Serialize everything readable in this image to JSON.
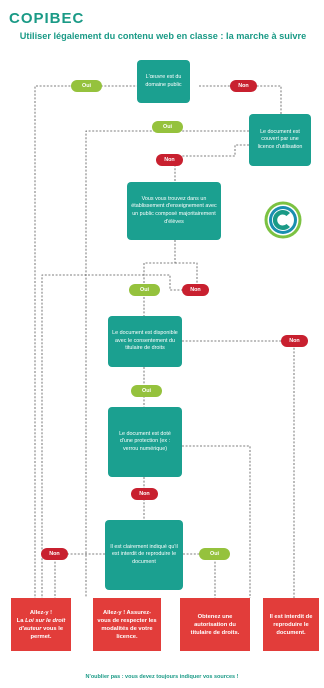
{
  "header": {
    "brand": "COPIBEC",
    "title": "Utiliser légalement du contenu web en classe : la marche à suivre"
  },
  "nodes": {
    "q_public_domain": "L'œuvre est du domaine public",
    "q_license": "Le document est couvert par une licence d'utilisation",
    "q_school": "Vous vous trouvez dans un établissement d'enseignement avec un public composé majoritairement d'élèves",
    "q_consent": "Le document est disponible avec le consentement du titulaire de droits",
    "q_protection": "Le document est doté d'une protection (ex : verrou numérique)",
    "q_forbidden": "Il est clairement indiqué qu'il est interdit de reproduire le document"
  },
  "outcomes": {
    "go_law_a": "Allez-y !",
    "go_law_b": "La ",
    "go_law_c": "Loi sur le droit d'auteur",
    "go_law_d": " vous le permet.",
    "go_license": "Allez-y ! Assurez-vous de respecter les modalités de votre licence.",
    "get_authorization": "Obtenez une autorisation du titulaire de droits.",
    "forbidden": "Il est interdit de reproduire le document."
  },
  "labels": {
    "yes": "Oui",
    "no": "Non"
  },
  "footer": "N'oublier pas : vous devez toujours indiquer vos sources !",
  "colors": {
    "teal": "#1ba090",
    "red": "#e23d3a",
    "green": "#95c23d",
    "dark_red": "#c8202f"
  }
}
